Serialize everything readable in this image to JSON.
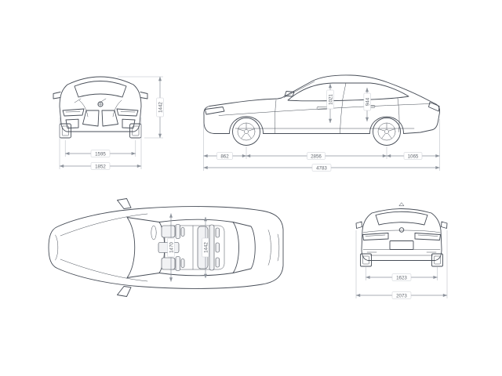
{
  "page": {
    "background": "#ffffff"
  },
  "colors": {
    "car_line": "#474d57",
    "dimension_line": "#8d939c",
    "extension_line": "#b7bcc3",
    "label_text": "#60666e",
    "label_box_border": "#c9cdd3",
    "grille_mesh": "#565c66",
    "interior_fill": "#f1f2f4"
  },
  "front_view": {
    "track_front_mm": "1595",
    "overall_width_mm": "1852",
    "overall_height_mm": "1442"
  },
  "side_view": {
    "front_overhang_mm": "862",
    "wheelbase_mm": "2856",
    "rear_overhang_mm": "1065",
    "overall_length_mm": "4783",
    "headroom_front_mm": "1021",
    "headroom_rear_mm": "944"
  },
  "top_view": {
    "interior_width_front_mm": "1470",
    "interior_width_rear_mm": "1442"
  },
  "rear_view": {
    "track_rear_mm": "1623",
    "width_incl_mirrors_mm": "2073"
  }
}
